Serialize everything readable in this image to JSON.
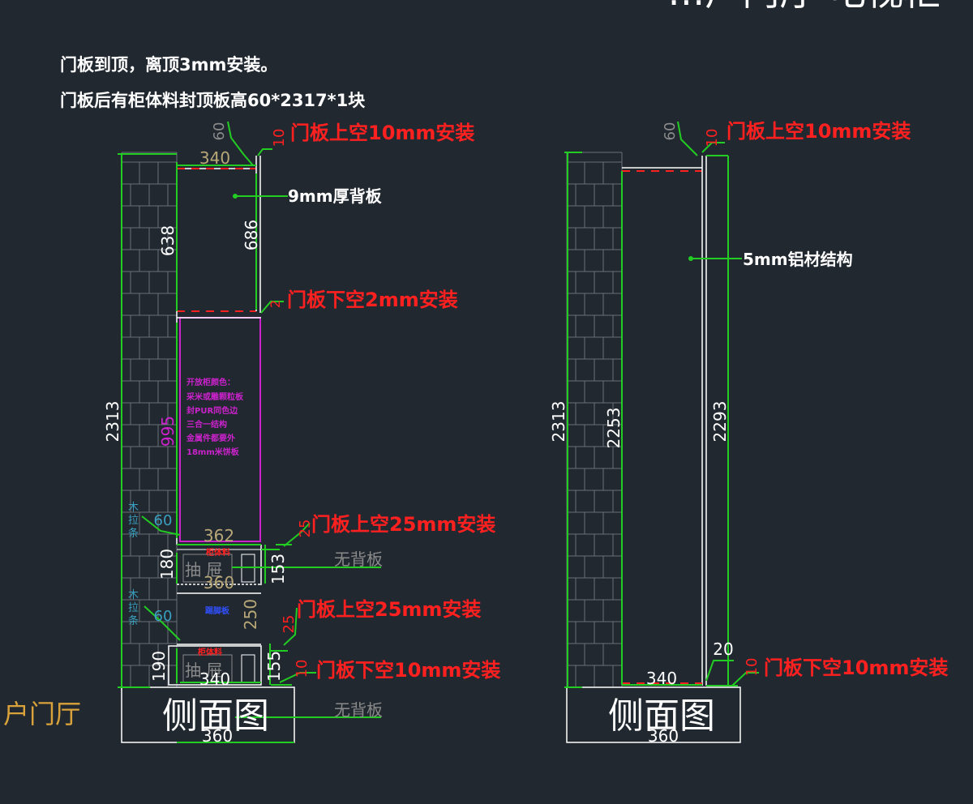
{
  "drawing_title": "…户门厅 电视柜",
  "notes": {
    "line1": "门板到顶，离顶3mm安装。",
    "line2": "门板后有柜体料封顶板高60*2317*1块"
  },
  "left_view": {
    "name": "侧面图",
    "labels": {
      "door_top_gap": "门板上空10mm安装",
      "back_panel": "9mm厚背板",
      "door_bottom_gap_2": "门板下空2mm安装",
      "door_top_gap_25_a": "门板上空25mm安装",
      "no_back_a": "无背板",
      "door_top_gap_25_b": "门板上空25mm安装",
      "door_bottom_gap_10": "门板下空10mm安装",
      "no_back_b": "无背板",
      "open_cabinet_note": [
        "开放柜颜色：",
        "采米或雕颗粒板",
        "封PUR同色边",
        "三合一结构",
        "金属件都要外",
        "18mm米饼板"
      ],
      "cabinet_material_a": "柜体料",
      "cabinet_material_b": "柜体料",
      "drawer_a": "抽 屉",
      "drawer_b": "抽 屉",
      "skirting": "踢脚板",
      "wood_strip_a": [
        "木",
        "拉",
        "条"
      ],
      "wood_strip_b": [
        "木",
        "拉",
        "条"
      ]
    },
    "dims": {
      "overall_height": "2313",
      "top_width": "340",
      "upper_inner": "638",
      "upper_door": "686",
      "top_60": "60",
      "top_10": "10",
      "bottom_2": "2",
      "open_height": "995",
      "open_width": "362",
      "gap_25_a": "25",
      "drawer1_height": "180",
      "drawer1_door": "153",
      "drawer1_width": "360",
      "strip_60_a": "60",
      "open2_height": "250",
      "gap_25_b": "25",
      "strip_60_b": "60",
      "drawer2_height": "190",
      "drawer2_door": "155",
      "drawer2_width": "340",
      "bottom_10": "10",
      "base_width": "360"
    }
  },
  "right_view": {
    "name": "侧面图",
    "labels": {
      "door_top_gap": "门板上空10mm安装",
      "alu_structure": "5mm铝材结构",
      "door_bottom_gap": "门板下空10mm安装"
    },
    "dims": {
      "overall_height": "2313",
      "inner_height": "2253",
      "door_height": "2293",
      "top_60": "60",
      "top_10": "10",
      "bottom_20": "20",
      "bottom_10": "10",
      "bottom_width": "340",
      "base_width": "360"
    }
  },
  "room_label": "户门厅",
  "colors": {
    "background": "#212830",
    "structure": "#ffffff",
    "dimension": "#22cc22",
    "annotation": "#ff2020",
    "open_cabinet": "#cc22cc",
    "dim_text_tan": "#b8a878",
    "grey_text": "#8a8a8a",
    "cyan_text": "#3aa0c0",
    "room_label": "#d9a23a",
    "skirting_text": "#3050ff"
  }
}
